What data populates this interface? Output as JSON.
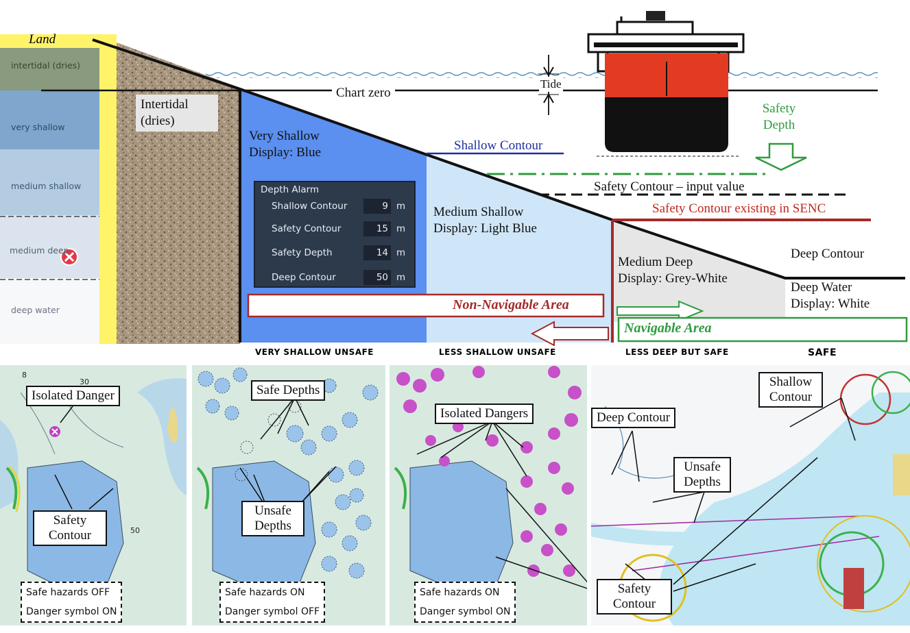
{
  "profile": {
    "land": "Land",
    "legend_strip": [
      "intertidal (dries)",
      "very shallow",
      "medium shallow",
      "medium deep",
      "deep water"
    ],
    "intertidal_label": [
      "Intertidal",
      "(dries)"
    ],
    "chart_zero": "Chart zero",
    "tide": "Tide",
    "safety_depth": [
      "Safety",
      "Depth"
    ],
    "shallow_contour": "Shallow Contour",
    "safety_contour_input": "Safety Contour – input value",
    "safety_contour_senc": "Safety Contour existing in SENC",
    "very_shallow": [
      "Very Shallow",
      "Display: Blue"
    ],
    "medium_shallow": [
      "Medium Shallow",
      "Display: Light Blue"
    ],
    "medium_deep": [
      "Medium Deep",
      "Display: Grey-White"
    ],
    "deep_contour": "Deep Contour",
    "deep_water": [
      "Deep Water",
      "Display: White"
    ],
    "non_navigable": "Non-Navigable Area",
    "navigable": "Navigable Area"
  },
  "depth_alarm": {
    "title": "Depth Alarm",
    "rows": [
      {
        "label": "Shallow Contour",
        "value": "9",
        "unit": "m"
      },
      {
        "label": "Safety Contour",
        "value": "15",
        "unit": "m"
      },
      {
        "label": "Safety Depth",
        "value": "14",
        "unit": "m"
      },
      {
        "label": "Deep Contour",
        "value": "50",
        "unit": "m"
      }
    ]
  },
  "zone_captions": [
    "VERY SHALLOW UNSAFE",
    "LESS SHALLOW UNSAFE",
    "LESS DEEP BUT SAFE",
    "SAFE"
  ],
  "panels": {
    "p1": {
      "callouts": [
        "Isolated Danger",
        "Safety Contour"
      ],
      "settings": [
        "Safe hazards OFF",
        "Danger symbol ON"
      ]
    },
    "p2": {
      "callouts": [
        "Safe Depths",
        "Unsafe Depths"
      ],
      "settings": [
        "Safe hazards ON",
        "Danger symbol OFF"
      ]
    },
    "p3": {
      "callouts": [
        "Isolated Dangers"
      ],
      "settings": [
        "Safe hazards ON",
        "Danger symbol ON"
      ]
    },
    "p4": {
      "callouts": [
        "Shallow Contour",
        "Deep Contour",
        "Unsafe Depths",
        "Safety Contour"
      ]
    }
  },
  "colors": {
    "very_shallow": "#5b8ff0",
    "medium_shallow": "#cfe6f8",
    "medium_deep": "#e6e6e6",
    "non_navigable": "#a52a2a",
    "navigable": "#2e9b3e",
    "shallow_contour": "#1f2fa0",
    "land_yellow": "#fff36a",
    "hull_red": "#e23b22"
  }
}
